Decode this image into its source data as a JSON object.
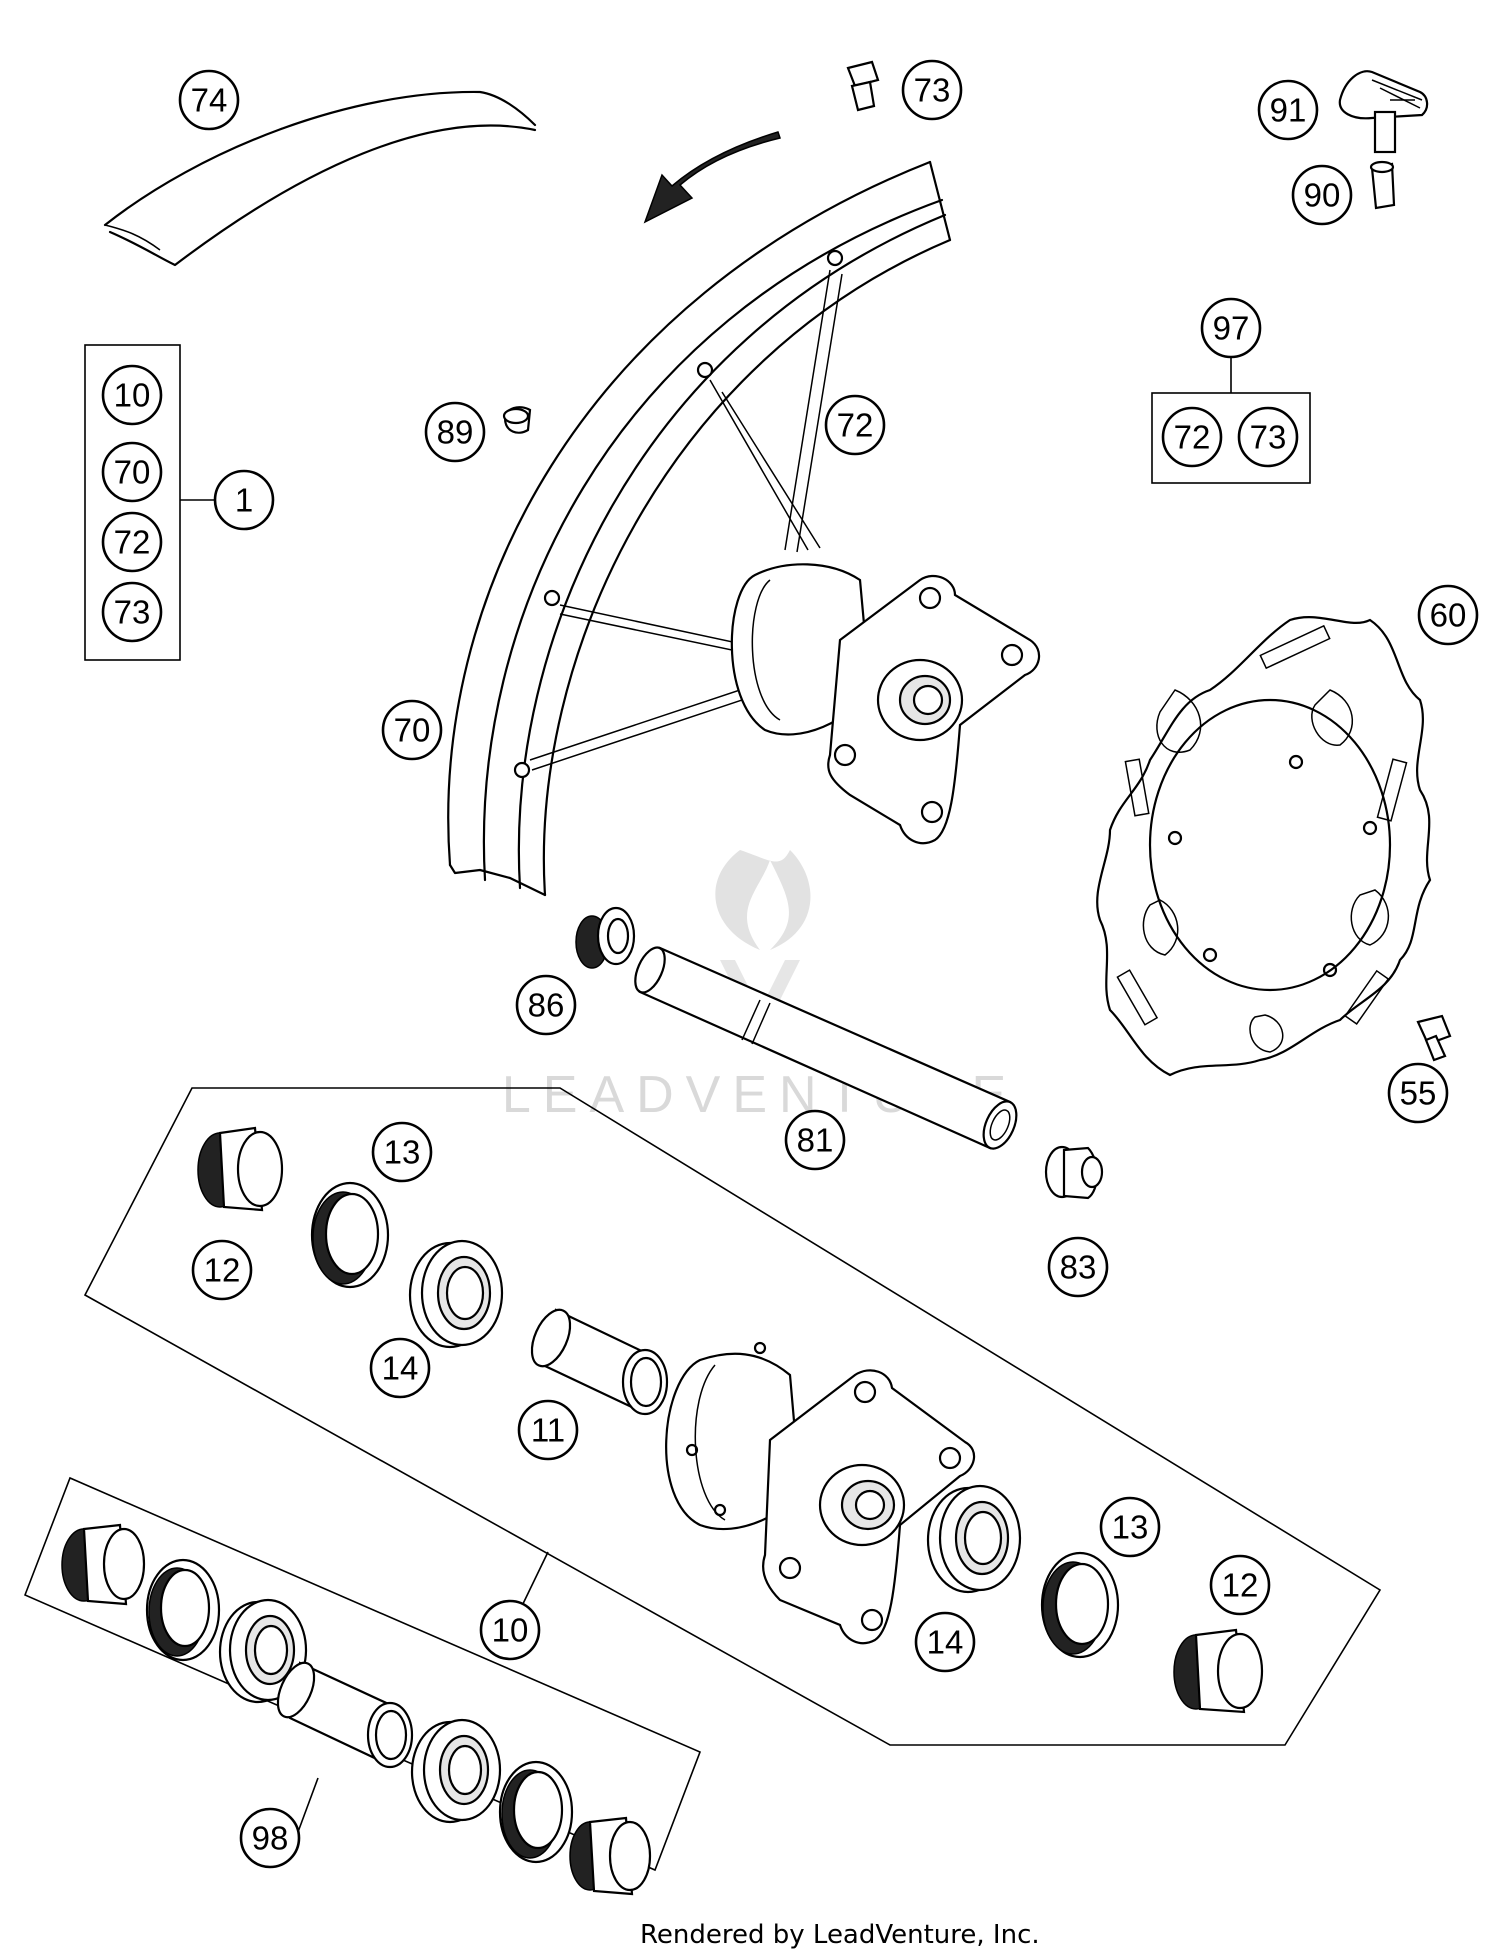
{
  "callouts": {
    "c74": "74",
    "c73_top": "73",
    "c91": "91",
    "c90": "90",
    "c97": "97",
    "c97_72": "72",
    "c97_73": "73",
    "c1": "1",
    "c1_10": "10",
    "c1_70": "70",
    "c1_72": "72",
    "c1_73": "73",
    "c89": "89",
    "c72": "72",
    "c70": "70",
    "c60": "60",
    "c86": "86",
    "c55": "55",
    "c81": "81",
    "c83": "83",
    "c13_a": "13",
    "c12_a": "12",
    "c14_a": "14",
    "c11": "11",
    "c10": "10",
    "c14_b": "14",
    "c13_b": "13",
    "c12_b": "12",
    "c98": "98"
  },
  "watermark": "LEADVENTURE",
  "footer": "Rendered by LeadVenture, Inc."
}
